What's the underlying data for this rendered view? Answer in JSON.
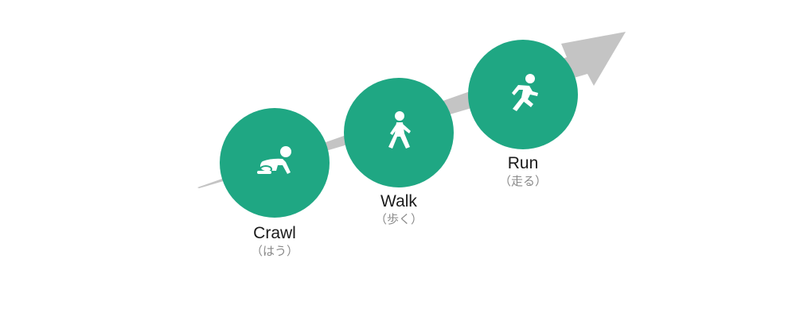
{
  "colors": {
    "circle": "#1fa783",
    "arrow": "#c4c4c4",
    "icon": "#ffffff"
  },
  "steps": [
    {
      "label": "Crawl",
      "sub": "（はう）",
      "icon": "crawling-baby-icon"
    },
    {
      "label": "Walk",
      "sub": "（歩く）",
      "icon": "walking-person-icon"
    },
    {
      "label": "Run",
      "sub": "（走る）",
      "icon": "running-person-icon"
    }
  ]
}
